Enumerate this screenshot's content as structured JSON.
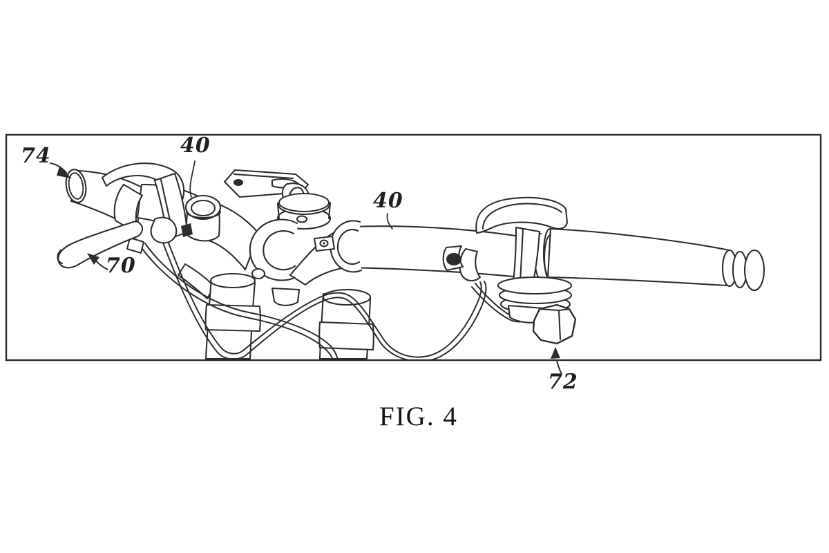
{
  "figure": {
    "caption": "FIG. 4",
    "labels": {
      "l74": "74",
      "l40a": "40",
      "l40b": "40",
      "l70": "70",
      "l72": "72"
    },
    "line_color": "#2d2d2d",
    "border_color": "#2b2b2b",
    "background_color": "#ffffff"
  }
}
